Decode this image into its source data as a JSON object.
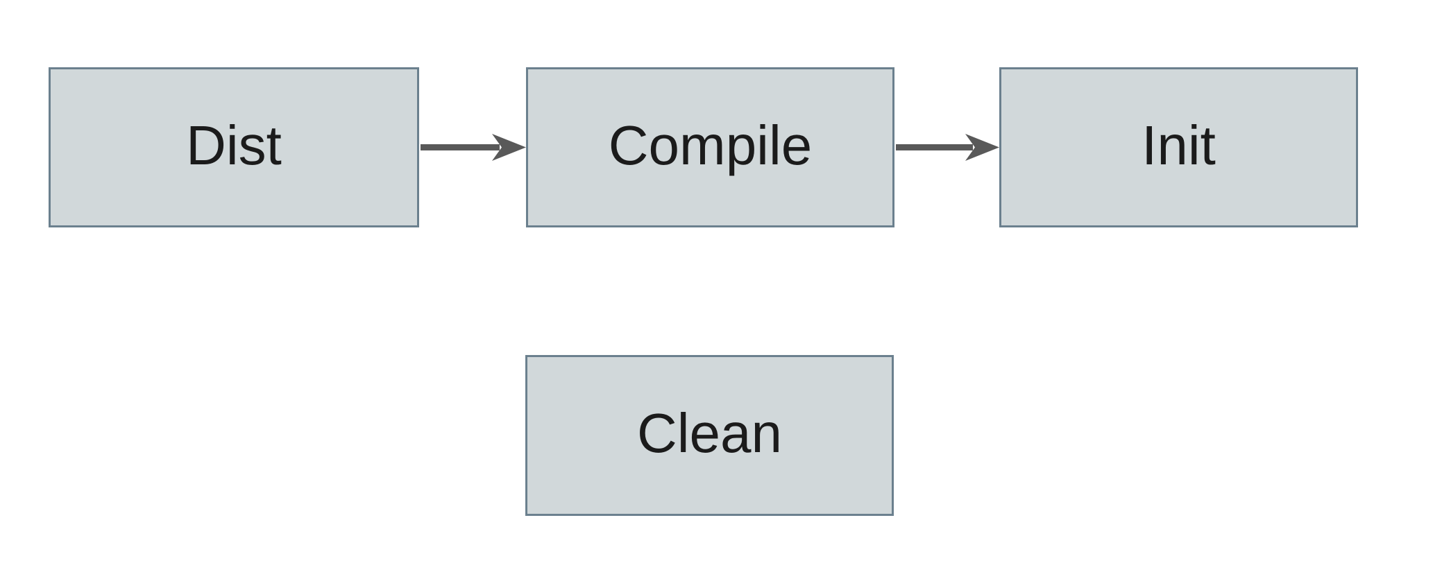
{
  "diagram": {
    "title": "build-targets-flow",
    "background_color": "#ffffff",
    "node_fill_color": "#d1d8da",
    "node_border_color": "#6b808e",
    "arrow_color": "#595959",
    "text_color": "#1b1b1b",
    "nodes": [
      {
        "id": "dist",
        "label": "Dist"
      },
      {
        "id": "compile",
        "label": "Compile"
      },
      {
        "id": "init",
        "label": "Init"
      },
      {
        "id": "clean",
        "label": "Clean"
      }
    ],
    "edges": [
      {
        "from": "Dist",
        "to": "Compile"
      },
      {
        "from": "Compile",
        "to": "Init"
      }
    ]
  }
}
